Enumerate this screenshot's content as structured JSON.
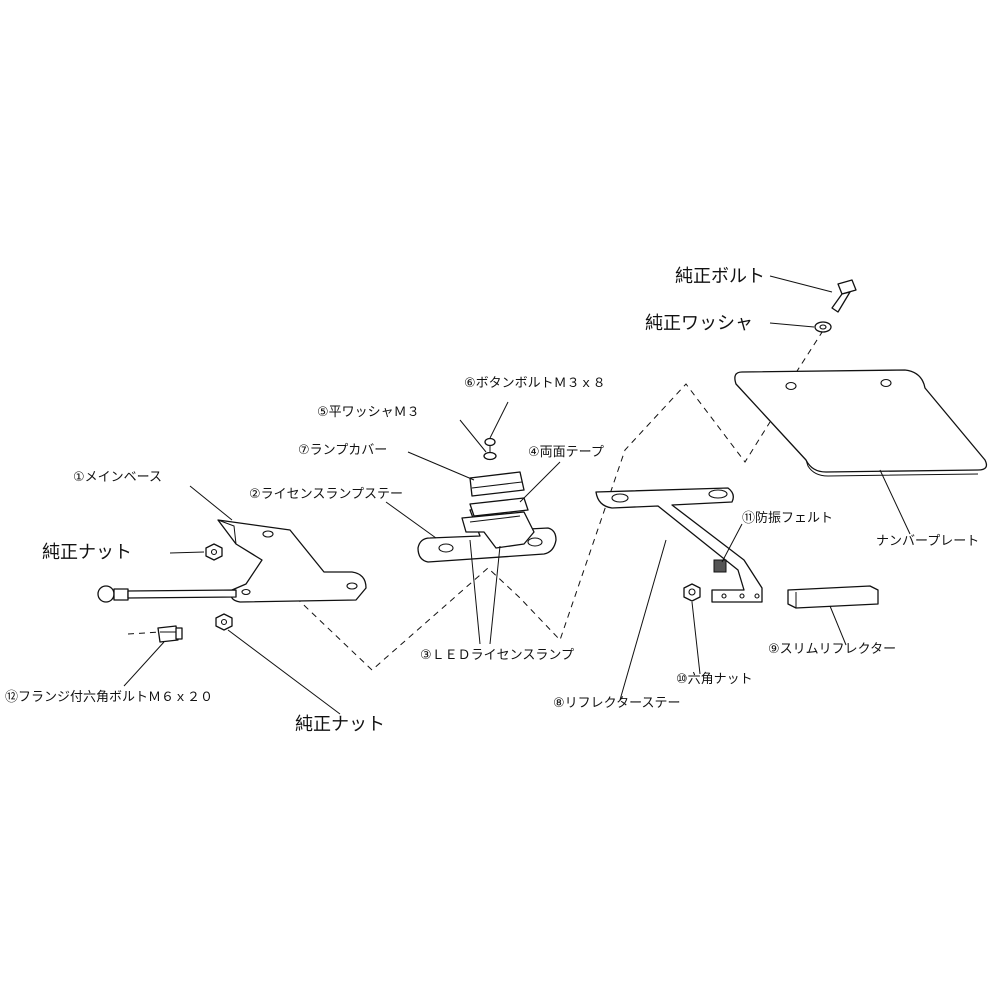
{
  "labels": {
    "main_base": "①メインベース",
    "license_lamp_stay": "②ライセンスランプステー",
    "led_license_lamp": "③ＬＥＤライセンスランプ",
    "double_sided_tape": "④両面テープ",
    "flat_washer": "⑤平ワッシャＭ３",
    "button_bolt": "⑥ボタンボルトＭ３ｘ８",
    "lamp_cover": "⑦ランプカバー",
    "reflector_stay": "⑧リフレクターステー",
    "slim_reflector": "⑨スリムリフレクター",
    "hex_nut": "⑩六角ナット",
    "antivibration_felt": "⑪防振フェルト",
    "flange_bolt": "⑫フランジ付六角ボルトＭ６ｘ２０",
    "genuine_nut_1": "純正ナット",
    "genuine_nut_2": "純正ナット",
    "genuine_bolt": "純正ボルト",
    "genuine_washer": "純正ワッシャ",
    "number_plate": "ナンバープレート"
  }
}
